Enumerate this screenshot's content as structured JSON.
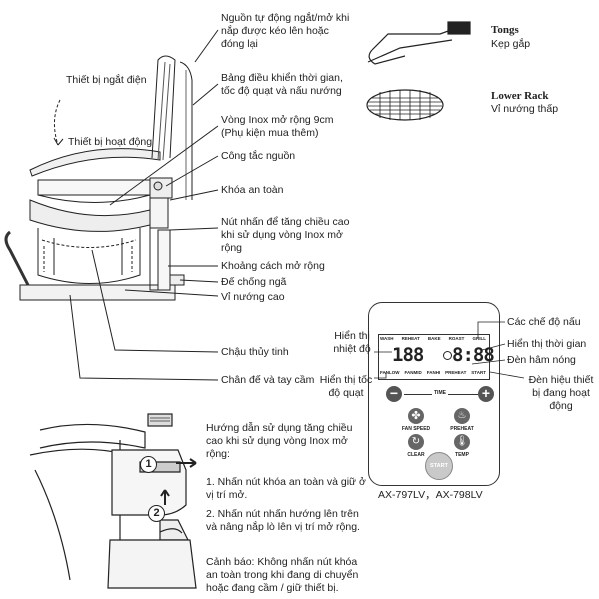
{
  "labels": {
    "auto_off": "Nguồn tự động ngắt/mở khi nắp được kéo lên hoặc đóng lại",
    "device_off": "Thiết bị ngắt điện",
    "device_on": "Thiết bị hoạt động",
    "control_panel": "Bảng điều khiển thời gian, tốc độ quạt và nấu nướng",
    "extender_ring": "Vòng Inox mở rộng 9cm (Phụ kiện mua thêm)",
    "power_switch": "Công tắc nguồn",
    "safety_lock": "Khóa an toàn",
    "raise_button": "Nút nhấn để tăng chiều cao khi sử dụng vòng Inox mở rộng",
    "extension_gap": "Khoảng cách mở rộng",
    "anti_slip": "Đế chống ngã",
    "high_rack": "Vỉ nướng cao",
    "glass_bowl": "Chậu thủy tinh",
    "base_handle": "Chân đế và tay cầm"
  },
  "accessories": {
    "tongs_en": "Tongs",
    "tongs_vi": "Kẹp gắp",
    "rack_en": "Lower Rack",
    "rack_vi": "Vỉ nướng thấp"
  },
  "panel": {
    "labels": {
      "modes": "Các chế độ nấu",
      "temp_display": "Hiển thị nhiệt độ",
      "time_display": "Hiển thị thời gian",
      "heat_lamp": "Đèn hâm nóng",
      "fan_display": "Hiển thị tốc độ quạt",
      "active_lamp": "Đèn hiệu thiết bị đang hoạt động"
    },
    "lcd_modes": [
      "WASH",
      "REHEAT",
      "BAKE",
      "ROAST",
      "GRILL"
    ],
    "lcd_bottom": [
      "FANLOW",
      "FANMID",
      "FANHI",
      "PREHEAT",
      "START"
    ],
    "temp_value": "188",
    "time_value": "8:88",
    "minus": "−",
    "plus": "+",
    "time_label": "TIME",
    "fan_speed": "FAN SPEED",
    "preheat": "PREHEAT",
    "clear": "CLEAR",
    "temp": "TEMP",
    "start": "START",
    "model": "AX-797LV，AX-798LV"
  },
  "instructions": {
    "title": "Hướng dẫn sử dụng tăng chiều cao khi sử dụng vòng Inox mở rộng:",
    "step1": "1. Nhấn nút khóa an toàn và giữ ở vị trí mở.",
    "step2": "2. Nhấn nút nhấn hướng lên trên và nâng nắp lò lên vị trí mở rộng.",
    "warning": "Cảnh báo: Không nhấn nút khóa an toàn trong khi đang di chuyển hoặc đang cầm / giữ thiết bị.",
    "num1": "1",
    "num2": "2"
  }
}
